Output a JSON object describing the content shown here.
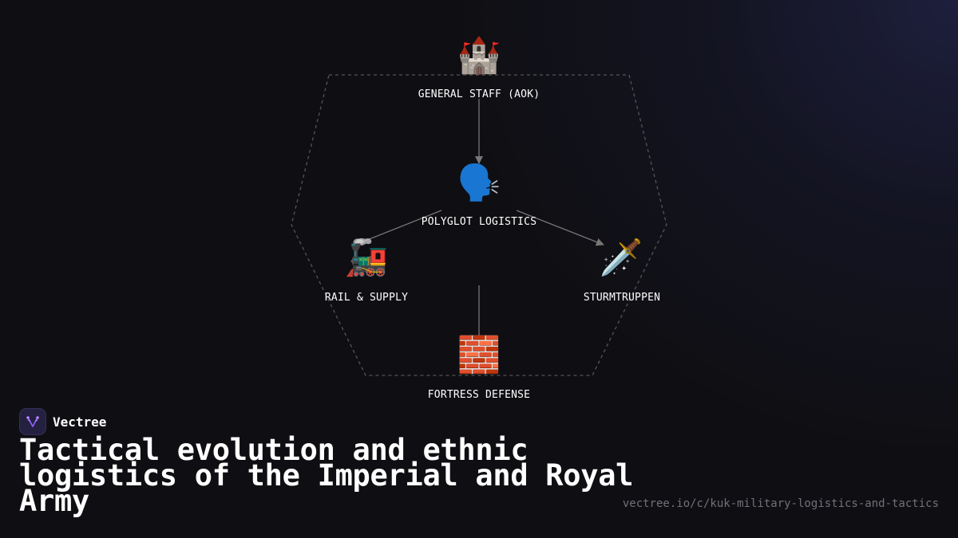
{
  "diagram": {
    "nodes": [
      {
        "id": "general-staff",
        "icon": "castle-icon",
        "glyph": "🏰",
        "label": "GENERAL STAFF (AOK)"
      },
      {
        "id": "polyglot-logistics",
        "icon": "speaking-head-icon",
        "glyph": "🗣️",
        "label": "POLYGLOT LOGISTICS"
      },
      {
        "id": "rail-supply",
        "icon": "locomotive-icon",
        "glyph": "🚂",
        "label": "RAIL & SUPPLY"
      },
      {
        "id": "sturmtruppen",
        "icon": "dagger-icon",
        "glyph": "🗡️",
        "label": "STURMTRUPPEN"
      },
      {
        "id": "fortress-defense",
        "icon": "brick-icon",
        "glyph": "🧱",
        "label": "FORTRESS DEFENSE"
      }
    ],
    "edges": [
      {
        "from": "general-staff",
        "to": "polyglot-logistics"
      },
      {
        "from": "polyglot-logistics",
        "to": "rail-supply"
      },
      {
        "from": "polyglot-logistics",
        "to": "sturmtruppen"
      },
      {
        "from": "polyglot-logistics",
        "to": "fortress-defense"
      }
    ]
  },
  "brand": {
    "name": "Vectree",
    "logo_icon": "vectree-logo-icon",
    "logo_color": "#8b5cf6"
  },
  "title": "Tactical evolution and ethnic logistics of the Imperial and Royal Army",
  "url": "vectree.io/c/kuk-military-logistics-and-tactics",
  "colors": {
    "background": "#0f0f13",
    "edge": "#777777",
    "outline": "#555555",
    "url_text": "#707078"
  }
}
